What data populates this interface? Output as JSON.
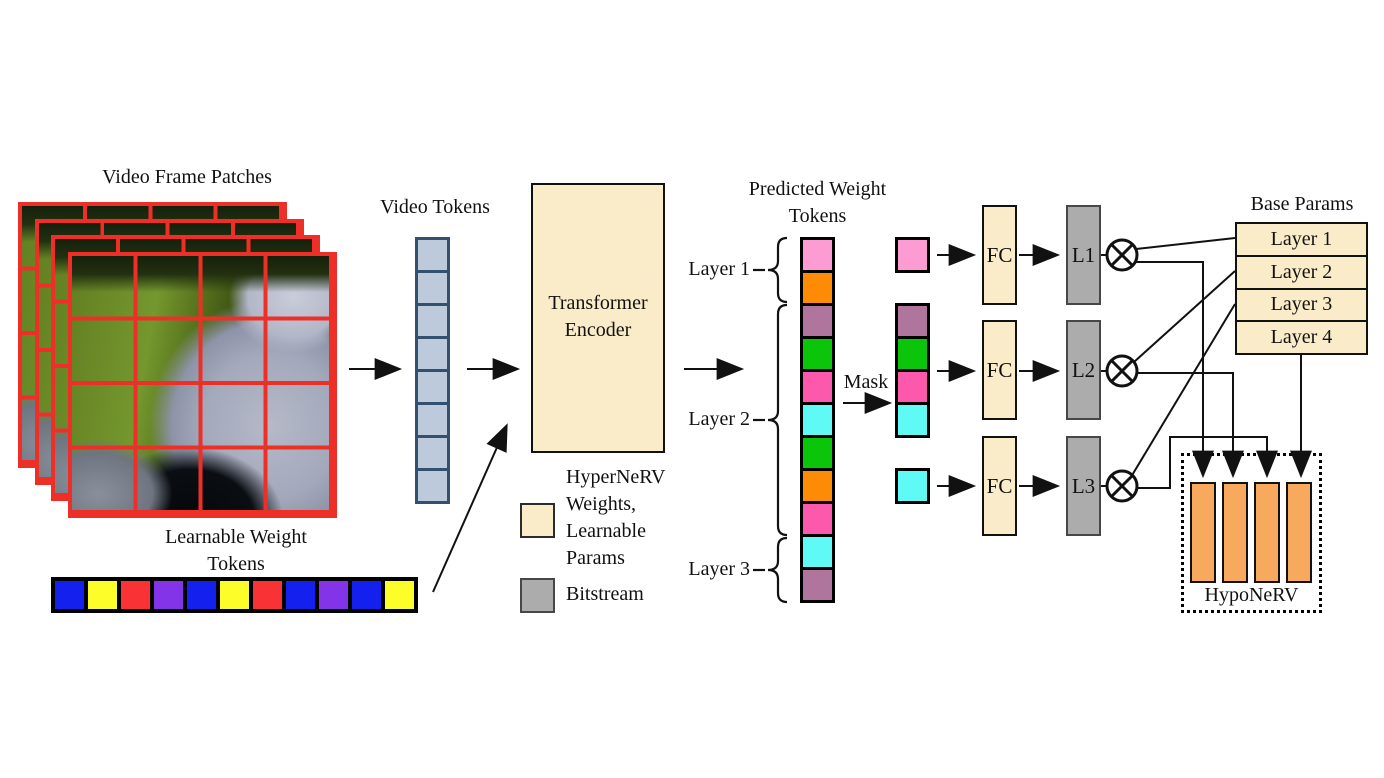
{
  "figure": {
    "labels": {
      "video_frame_patches": "Video Frame Patches",
      "video_tokens": "Video Tokens",
      "learnable_line1": "Learnable Weight",
      "learnable_line2": "Tokens",
      "encoder_line1": "Transformer",
      "encoder_line2": "Encoder",
      "predicted_line1": "Predicted Weight",
      "predicted_line2": "Tokens",
      "mask": "Mask",
      "base_params": "Base Params",
      "hyponerv": "HypoNeRV"
    },
    "layer_braces": [
      "Layer 1",
      "Layer 2",
      "Layer 3"
    ],
    "fc_label": "FC",
    "bitstream_boxes": [
      "L1",
      "L2",
      "L3"
    ],
    "base_params_rows": [
      "Layer 1",
      "Layer 2",
      "Layer 3",
      "Layer 4"
    ],
    "legend": {
      "hypernerv_lines": [
        "HyperNeRV",
        "Weights,",
        "Learnable",
        "Params"
      ],
      "bitstream": "Bitstream"
    },
    "learnable_tokens": [
      "blue",
      "yellow",
      "red",
      "purple",
      "blue",
      "yellow",
      "red",
      "blue",
      "purple",
      "blue",
      "yellow"
    ],
    "predicted_tokens": [
      "pink",
      "orange",
      "mauve",
      "green",
      "magenta",
      "cyan",
      "green",
      "orange",
      "magenta",
      "cyan",
      "mauve"
    ],
    "masked_groups": [
      [
        "pink"
      ],
      [
        "mauve",
        "green",
        "magenta",
        "cyan"
      ],
      [
        "cyan"
      ]
    ],
    "video_token_count": 8,
    "hyponerv_bar_count": 4,
    "colors": {
      "blue": "#1420ee",
      "yellow": "#fdfd2a",
      "red": "#f93236",
      "purple": "#8333e8",
      "pink": "#fc9cd3",
      "orange": "#fe8b05",
      "mauve": "#b0759c",
      "green": "#0bc50b",
      "magenta": "#fc58ac",
      "cyan": "#5ffaf5",
      "tan": "#faecc8",
      "gray": "#acacac",
      "video_token_fill": "#bccadb",
      "video_token_border": "#33506e",
      "bar_orange": "#f7a95d",
      "grid_red": "#ee2f28"
    }
  }
}
